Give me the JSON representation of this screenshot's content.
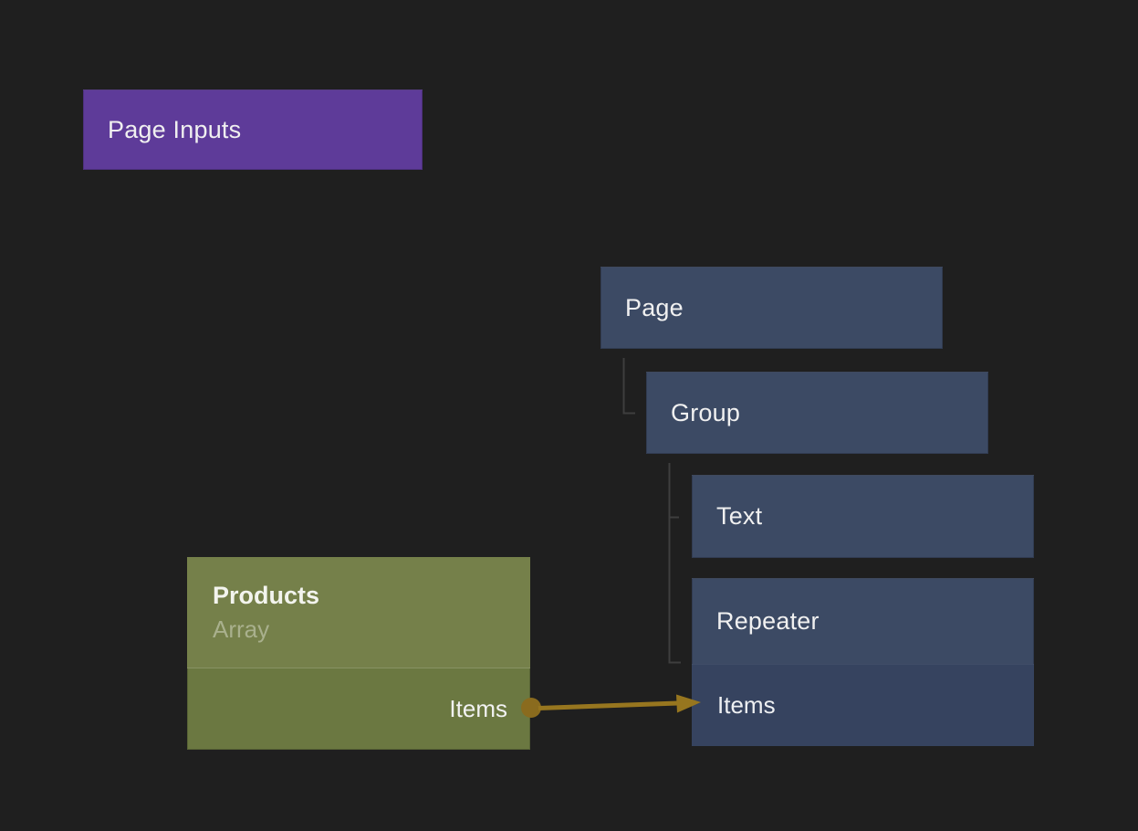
{
  "canvas": {
    "background": "#1f1f1f"
  },
  "colors": {
    "page_inputs_node": "#5e3b99",
    "element_node": "#3c4a64",
    "element_node_port_row": "#36435f",
    "data_node_header": "#75804a",
    "data_node_body": "#6b7841",
    "wire_gold": "#97761f",
    "port_dot": "#8a6b1e",
    "tree_connector_gray": "#3e3e3e",
    "title_text": "#f0f0f0",
    "subtitle_text": "#a9b08d"
  },
  "nodes": {
    "page_inputs": {
      "title": "Page Inputs"
    },
    "page": {
      "title": "Page"
    },
    "group": {
      "title": "Group"
    },
    "text": {
      "title": "Text"
    },
    "repeater": {
      "title": "Repeater",
      "input_port_label": "Items"
    },
    "products": {
      "title": "Products",
      "subtitle": "Array",
      "output_port_label": "Items"
    }
  },
  "hierarchy": {
    "root": "Page",
    "children_of_page": [
      "Group"
    ],
    "children_of_group": [
      "Text",
      "Repeater"
    ]
  },
  "connection": {
    "from": "Products.Items",
    "to": "Repeater.Items"
  }
}
